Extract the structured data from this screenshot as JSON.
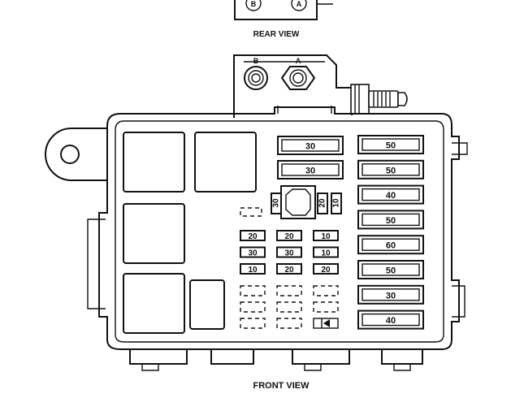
{
  "rear_view_label": "REAR VIEW",
  "front_view_label": "FRONT VIEW",
  "stud_labels": [
    "B",
    "A"
  ],
  "rear_stud_labels": [
    "B",
    "A"
  ],
  "maxi_fuses_right": [
    "50",
    "50",
    "40",
    "50",
    "60",
    "50",
    "30",
    "40"
  ],
  "maxi_fuses_top": [
    "30",
    "30"
  ],
  "vertical_fuses": [
    "30",
    "20",
    "10"
  ],
  "mini_fuse_rows": [
    [
      "20",
      "20",
      "10"
    ],
    [
      "30",
      "30",
      "10"
    ],
    [
      "10",
      "20",
      "20"
    ]
  ]
}
